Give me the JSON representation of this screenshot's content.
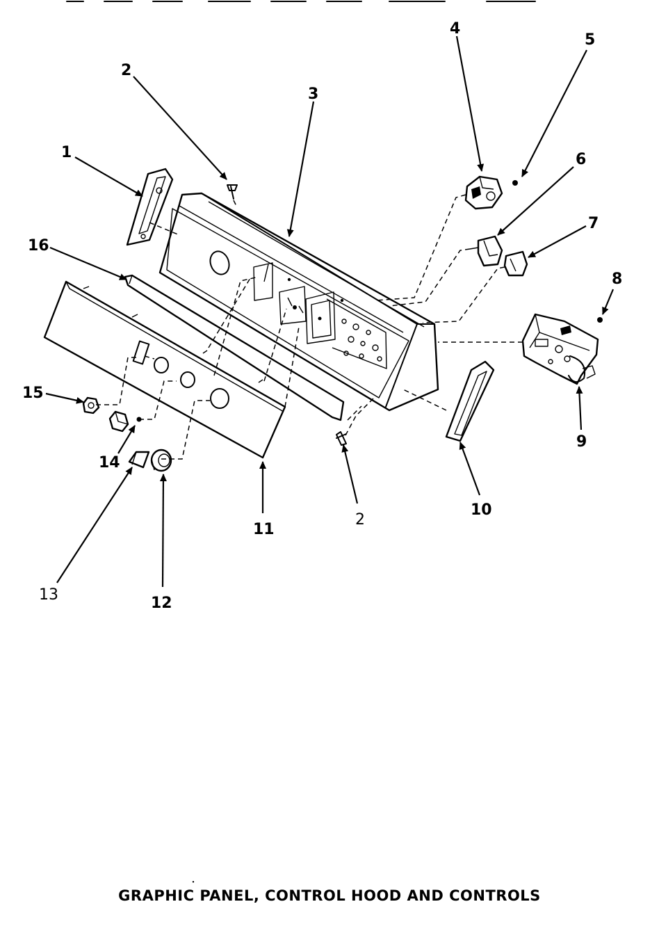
{
  "caption": "GRAPHIC PANEL, CONTROL HOOD  AND CONTROLS",
  "callouts": {
    "c1": "1",
    "c2a": "2",
    "c2b": "2",
    "c3": "3",
    "c4": "4",
    "c5": "5",
    "c6": "6",
    "c7": "7",
    "c8": "8",
    "c9": "9",
    "c10": "10",
    "c11": "11",
    "c12": "12",
    "c13": "13",
    "c14": "14",
    "c15": "15",
    "c16": "16"
  },
  "colors": {
    "ink": "#000000",
    "background": "#ffffff"
  }
}
